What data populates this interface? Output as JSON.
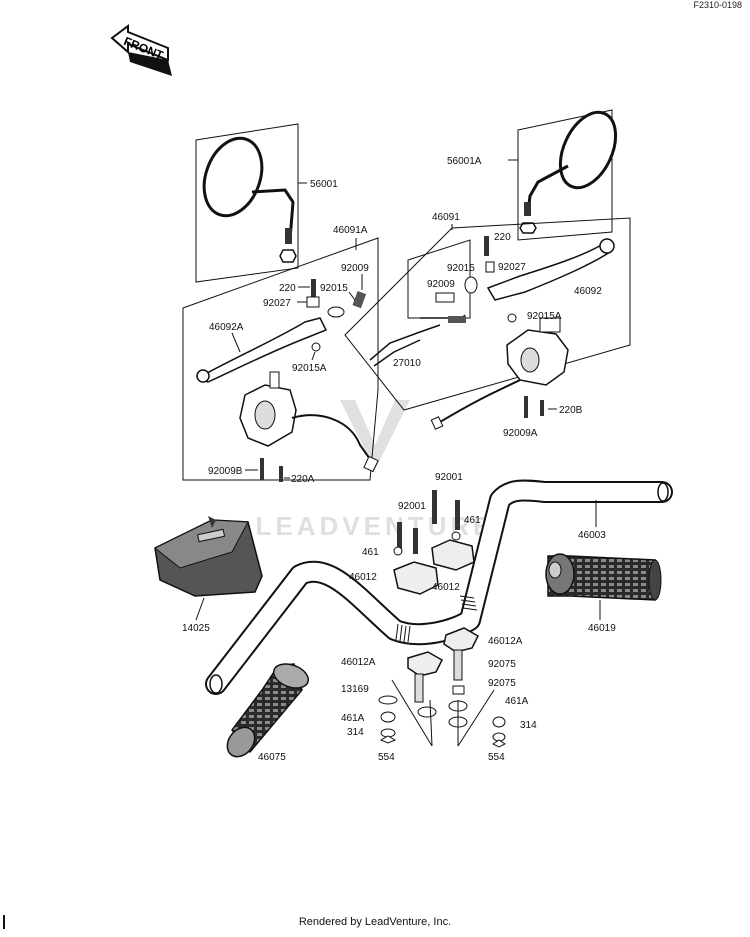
{
  "header": {
    "diagram_code": "F2310-0198"
  },
  "front_arrow": {
    "label": "FRONT"
  },
  "footer": {
    "text": "Rendered by LeadVenture, Inc."
  },
  "watermark": {
    "text": "LEADVENTURE"
  },
  "labels": {
    "p56001": "56001",
    "p56001A": "56001A",
    "p46091A": "46091A",
    "p46091": "46091",
    "p220_left": "220",
    "p92015_left": "92015",
    "p92009_left": "92009",
    "p92027_left": "92027",
    "p46092A": "46092A",
    "p92015A_left": "92015A",
    "p92009B": "92009B",
    "p220A": "220A",
    "p27010": "27010",
    "p220_right": "220",
    "p92015_right": "92015",
    "p92027_right": "92027",
    "p92009_right": "92009",
    "p46092": "46092",
    "p92015A_right": "92015A",
    "p220B": "220B",
    "p92009A": "92009A",
    "p92001_top": "92001",
    "p92001_mid": "92001",
    "p461_right": "461",
    "p461_left": "461",
    "p46012_left": "46012",
    "p46012_right": "46012",
    "p46003": "46003",
    "p14025": "14025",
    "p46019": "46019",
    "p46012A_left": "46012A",
    "p46012A_right": "46012A",
    "p92075_a": "92075",
    "p92075_b": "92075",
    "p13169": "13169",
    "p461A_left": "461A",
    "p461A_right": "461A",
    "p314_left": "314",
    "p314_right": "314",
    "p554_left": "554",
    "p554_right": "554",
    "p46075": "46075"
  }
}
